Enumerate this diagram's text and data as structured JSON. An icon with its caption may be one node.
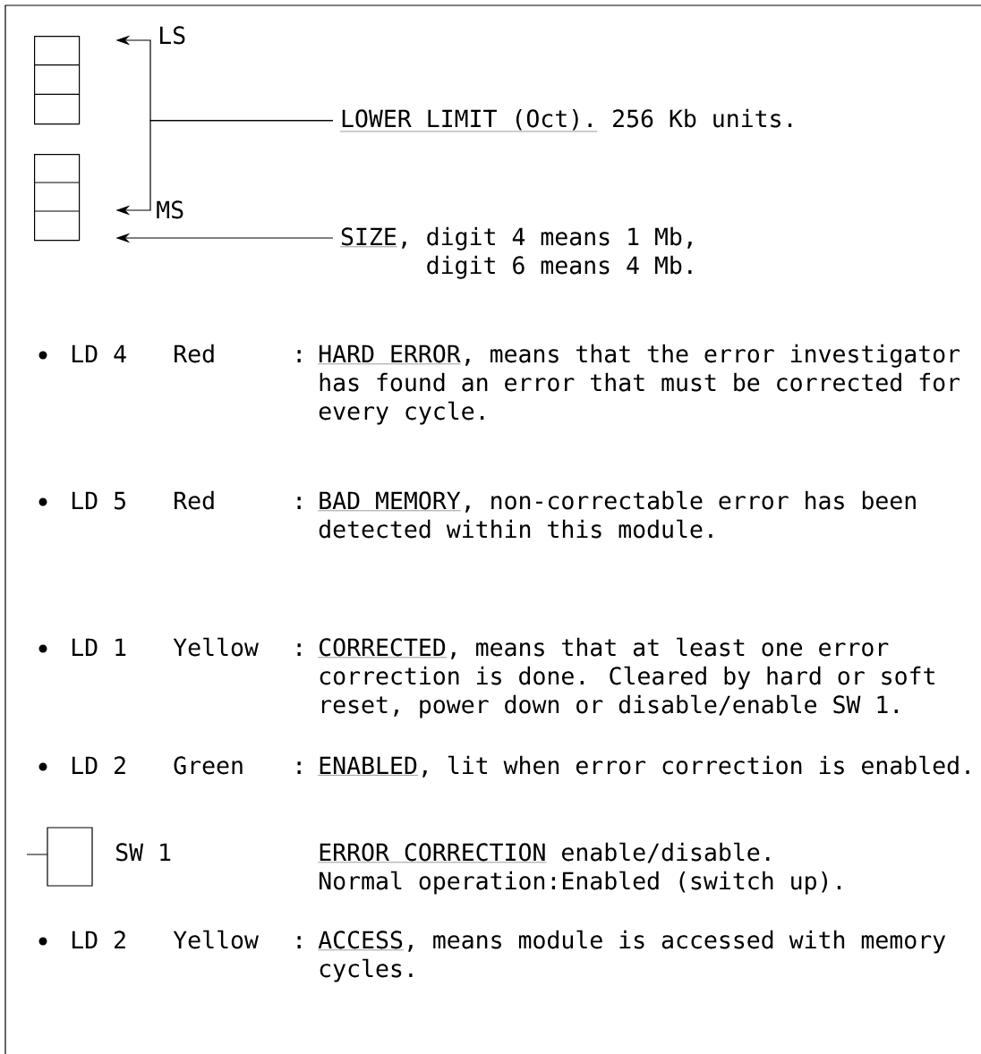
{
  "diagram": {
    "nodes": [
      {
        "text": [],
        "shape": "box"
      },
      {
        "text": [],
        "shape": "box"
      },
      {
        "text": [
          "LOWER LIMIT (Oct).",
          "256 Kb units."
        ]
      },
      {
        "text": [
          "SIZE",
          ", digit 4 means 1 Mb, digit 6 means 4 Mb."
        ]
      }
    ],
    "edges": [
      {
        "from": 2,
        "to": 0,
        "arrow": "to"
      },
      {
        "from": 2,
        "to": 1,
        "arrow": "to"
      },
      {
        "from": 3,
        "to": 1,
        "arrow": "to"
      }
    ],
    "labels": [
      "LS",
      "MS",
      "LD 4",
      "Red",
      ":",
      "HARD ERROR",
      ", means that the error investigator has found an error that must be corrected for every cycle.",
      "LD 5",
      "Red",
      ":",
      "BAD MEMORY",
      ", non-correctable error has been detected within this module.",
      "LD 1",
      "Yellow",
      ":",
      "CORRECTED",
      ", means that at least one error correction is done. Cleared by hard or soft reset, power down or disable/enable SW 1.",
      "LD 2",
      "Green",
      ":",
      "ENABLED",
      ", lit when error correction is enabled.",
      "SW 1",
      "ERROR CORRECTION",
      "enable/disable.",
      "Normal operation:Enabled (switch up).",
      "LD 2",
      "Yellow",
      ":",
      "ACCESS",
      ", means module is accessed with memory cycles."
    ]
  }
}
